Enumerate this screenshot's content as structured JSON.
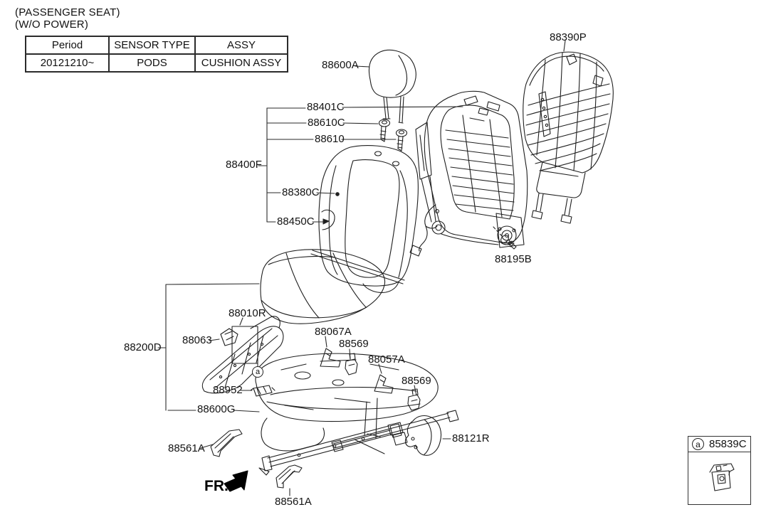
{
  "title": {
    "line1": "(PASSENGER SEAT)",
    "line2": "(W/O POWER)"
  },
  "spec_table": {
    "headers": [
      "Period",
      "SENSOR TYPE",
      "ASSY"
    ],
    "rows": [
      [
        "20121210~",
        "PODS",
        "CUSHION ASSY"
      ]
    ]
  },
  "parts": {
    "p88600A": "88600A",
    "p88390P": "88390P",
    "p88401C": "88401C",
    "p88610C": "88610C",
    "p88610": "88610",
    "p88400F": "88400F",
    "p88380C": "88380C",
    "p88450C": "88450C",
    "p88195B": "88195B",
    "p88010R": "88010R",
    "p88063": "88063",
    "p88200D": "88200D",
    "p88952": "88952",
    "p88600G": "88600G",
    "p88067A": "88067A",
    "p88569a": "88569",
    "p88057A": "88057A",
    "p88569b": "88569",
    "p88561A_left": "88561A",
    "p88121R": "88121R",
    "p88561A_bottom": "88561A"
  },
  "fr_indicator": "FR.",
  "callout_symbol": "a",
  "legend": {
    "symbol": "a",
    "code": "85839C"
  },
  "colors": {
    "ink": "#1f1f1f",
    "background": "#ffffff"
  }
}
